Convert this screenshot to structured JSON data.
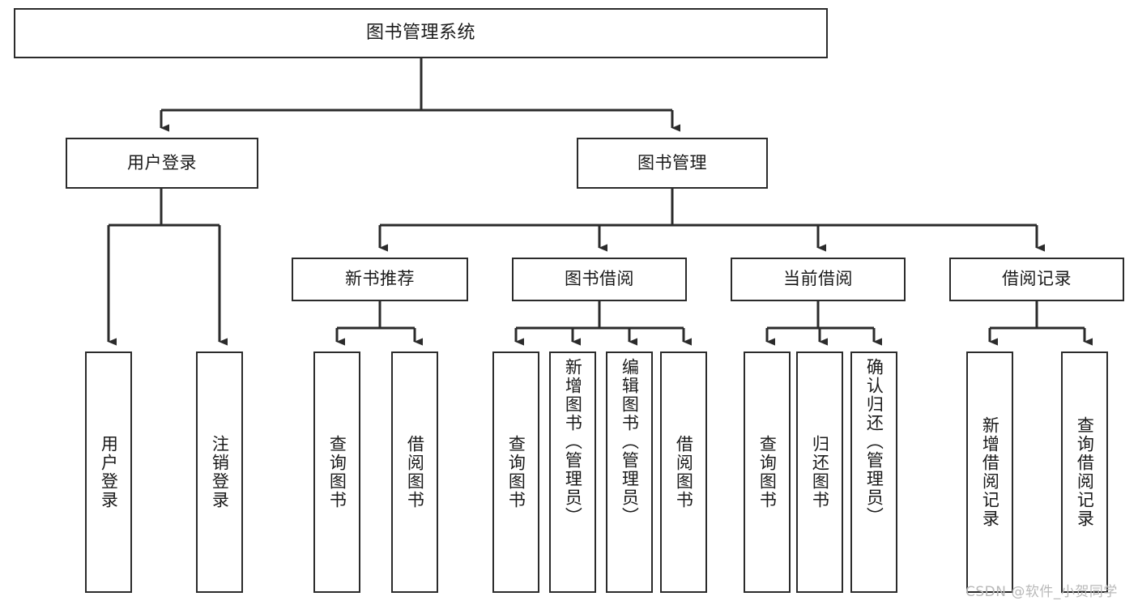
{
  "diagram": {
    "title": "图书管理系统",
    "type": "tree",
    "line_color": "#2b2b2b",
    "box_fill": "#ffffff",
    "text_color": "#1a1a1a",
    "watermark": "CSDN @软件_小贺同学",
    "watermark_color": "#b9b9b9"
  },
  "nodes": {
    "root": {
      "label": "图书管理系统",
      "level": 1
    },
    "level2": [
      {
        "id": "user-login",
        "label": "用户登录"
      },
      {
        "id": "book-management",
        "label": "图书管理"
      }
    ],
    "level3": [
      {
        "id": "new-book-recommend",
        "label": "新书推荐"
      },
      {
        "id": "book-borrow",
        "label": "图书借阅"
      },
      {
        "id": "current-borrow",
        "label": "当前借阅"
      },
      {
        "id": "borrow-record",
        "label": "借阅记录"
      }
    ],
    "leaves": {
      "user-login": [
        {
          "id": "leaf-user-login",
          "label": "用户登录"
        },
        {
          "id": "leaf-user-logout",
          "label": "注销登录"
        }
      ],
      "new-book-recommend": [
        {
          "id": "leaf-query-book-1",
          "label": "查询图书"
        },
        {
          "id": "leaf-borrow-book-1",
          "label": "借阅图书"
        }
      ],
      "book-borrow": [
        {
          "id": "leaf-query-book-2",
          "label": "查询图书"
        },
        {
          "id": "leaf-add-book",
          "label": "新增图书（管理员）"
        },
        {
          "id": "leaf-edit-book",
          "label": "编辑图书（管理员）"
        },
        {
          "id": "leaf-borrow-book-2",
          "label": "借阅图书"
        }
      ],
      "current-borrow": [
        {
          "id": "leaf-query-book-3",
          "label": "查询图书"
        },
        {
          "id": "leaf-return-book",
          "label": "归还图书"
        },
        {
          "id": "leaf-confirm-return",
          "label": "确认归还（管理员）"
        }
      ],
      "borrow-record": [
        {
          "id": "leaf-add-record",
          "label": "新增借阅记录"
        },
        {
          "id": "leaf-query-record",
          "label": "查询借阅记录"
        }
      ]
    }
  }
}
